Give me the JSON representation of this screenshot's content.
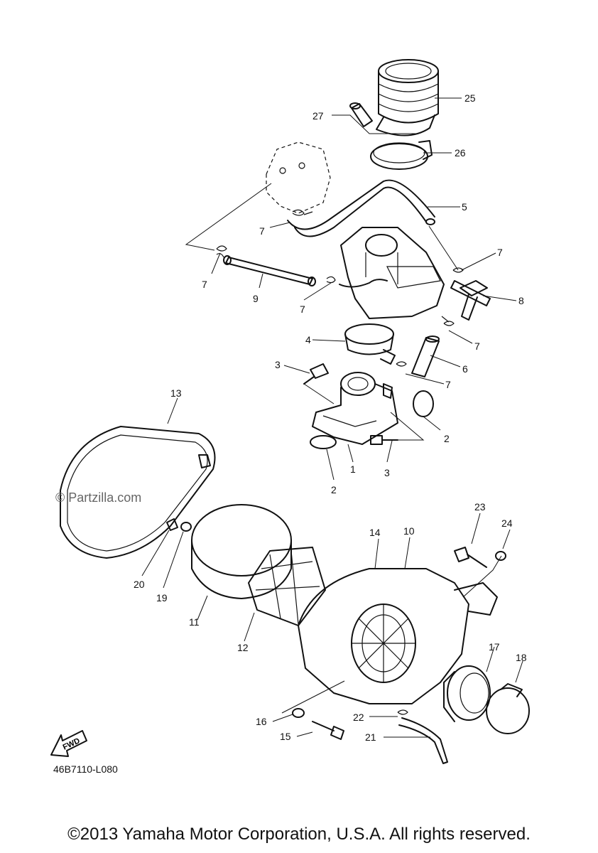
{
  "diagram": {
    "callouts": [
      "25",
      "27",
      "26",
      "5",
      "7",
      "7",
      "7",
      "7",
      "8",
      "9",
      "7",
      "4",
      "7",
      "6",
      "3",
      "7",
      "13",
      "2",
      "1",
      "3",
      "2",
      "23",
      "24",
      "14",
      "10",
      "20",
      "19",
      "11",
      "12",
      "17",
      "18",
      "16",
      "22",
      "15",
      "21"
    ],
    "drawing_code": "46B7110-L080",
    "fwd_label": "FWD",
    "watermark": "© Partzilla.com"
  },
  "footer": {
    "copyright": "©2013 Yamaha Motor Corporation, U.S.A. All rights reserved."
  }
}
